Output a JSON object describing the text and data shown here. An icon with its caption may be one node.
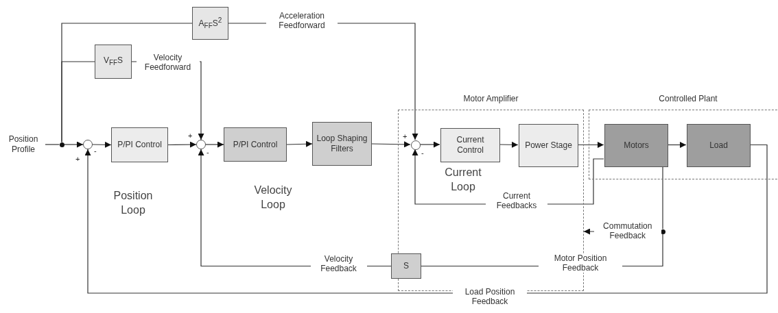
{
  "diagram": {
    "nodes": [
      {
        "text": [
          "A$_{FF}$S$^{2}$"
        ]
      },
      {
        "text": [
          "V$_{FF}$S"
        ]
      },
      {
        "text": [
          "Position Profile"
        ]
      },
      {
        "text": [],
        "shape": "circle"
      },
      {
        "text": [],
        "shape": "circle",
        "beside": [
          "-",
          "+"
        ]
      },
      {
        "text": [
          "P/PI Control"
        ]
      },
      {
        "text": [],
        "shape": "circle",
        "beside": [
          "+",
          "-"
        ]
      },
      {
        "text": [
          "P/PI Control"
        ]
      },
      {
        "text": [
          "Loop Shaping Filters"
        ]
      },
      {
        "text": [
          "Motor Amplifier"
        ]
      },
      {
        "text": [],
        "shape": "circle",
        "beside": [
          "+",
          "-"
        ],
        "in": 9
      },
      {
        "text": [
          "Current Control"
        ],
        "in": 9
      },
      {
        "text": [
          "Power Stage"
        ],
        "in": 9
      },
      {
        "text": [
          "Controlled Plant"
        ]
      },
      {
        "text": [
          "Motors"
        ],
        "in": 13
      },
      {
        "text": [
          "Load"
        ],
        "in": 13
      },
      {
        "text": [],
        "shape": "circle"
      },
      {
        "text": [
          "S"
        ]
      }
    ],
    "edges": [
      {
        "from": 2,
        "to": 3,
        "arrow": "none"
      },
      {
        "from": 3,
        "to": 4,
        "arrow": "to"
      },
      {
        "from": 3,
        "to": 0,
        "arrow": "none"
      },
      {
        "from": 3,
        "to": 1,
        "arrow": "none"
      },
      {
        "from": 0,
        "to": 10,
        "arrow": "to",
        "label": "Acceleration Feedforward"
      },
      {
        "from": 1,
        "to": 6,
        "arrow": "to",
        "label": "Velocity Feedforward"
      },
      {
        "from": 4,
        "to": 5,
        "arrow": "to"
      },
      {
        "from": 5,
        "to": 6,
        "arrow": "to"
      },
      {
        "from": 6,
        "to": 7,
        "arrow": "to"
      },
      {
        "from": 7,
        "to": 8,
        "arrow": "to"
      },
      {
        "from": 8,
        "to": 10,
        "arrow": "to"
      },
      {
        "from": 10,
        "to": 11,
        "arrow": "to"
      },
      {
        "from": 11,
        "to": 12,
        "arrow": "to"
      },
      {
        "from": 12,
        "to": 14,
        "arrow": "to"
      },
      {
        "from": 14,
        "to": 15,
        "arrow": "to"
      },
      {
        "from": 14,
        "to": 10,
        "arrow": "to",
        "label": "Current Feedbacks"
      },
      {
        "from": 14,
        "to": 16,
        "arrow": "none"
      },
      {
        "from": 16,
        "to": 9,
        "arrow": "to",
        "label": "Commutation Feedback"
      },
      {
        "from": 16,
        "to": 17,
        "arrow": "none",
        "label": "Motor Position Feedback"
      },
      {
        "from": 17,
        "to": 6,
        "arrow": "to",
        "label": "Velocity Feedback"
      },
      {
        "from": 15,
        "to": 4,
        "arrow": "to",
        "label": "Load Position Feedback"
      }
    ],
    "labels": [
      "Position Loop",
      "Velocity Loop",
      "Current Loop"
    ]
  }
}
